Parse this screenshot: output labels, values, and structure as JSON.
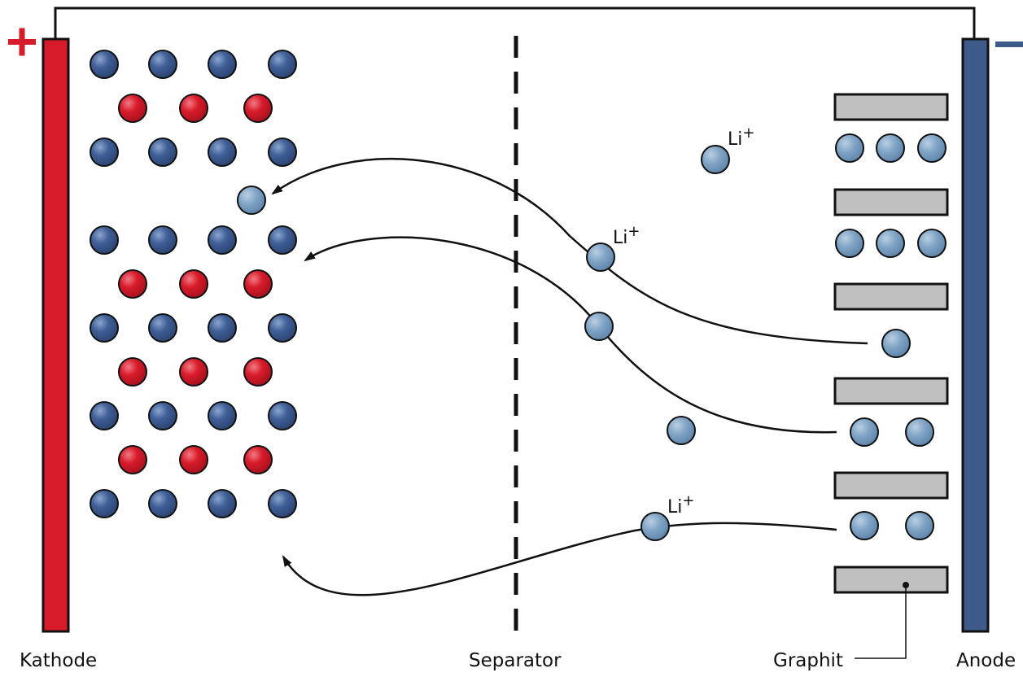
{
  "labels": {
    "cathode": "Kathode",
    "separator": "Separator",
    "graphite": "Graphit",
    "anode": "Anode",
    "plus": "+",
    "minus": "–"
  },
  "ion_labels": [
    {
      "base": "Li",
      "charge": "+"
    },
    {
      "base": "Li",
      "charge": "+"
    },
    {
      "base": "Li",
      "charge": "+"
    }
  ],
  "colors": {
    "cathode_electrode": "#d81b2a",
    "anode_electrode": "#3d5a8a",
    "dark_blue_atom": "#3f5f96",
    "red_atom": "#d81b2a",
    "lithium_ion": "#7fa3c4",
    "graphite_layer": "#c0c0c0"
  }
}
